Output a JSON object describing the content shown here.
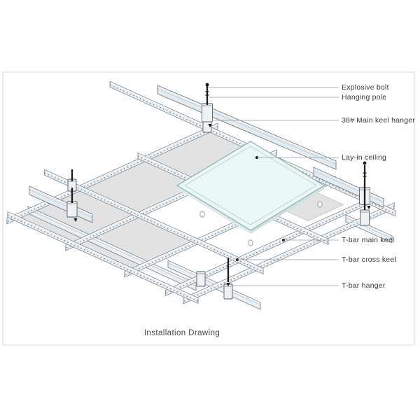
{
  "diagram": {
    "caption": "Installation Drawing",
    "labels": [
      {
        "id": "explosive-bolt",
        "text": "Explosive bolt"
      },
      {
        "id": "hanging-pole",
        "text": "Hanging pole"
      },
      {
        "id": "main-keel-hanger",
        "text": "38# Main keel hanger"
      },
      {
        "id": "lay-in-ceiling",
        "text": "Lay-in ceiling"
      },
      {
        "id": "t-bar-main-keel",
        "text": "T-bar main keel"
      },
      {
        "id": "t-bar-cross-keel",
        "text": "T-bar cross keel"
      },
      {
        "id": "t-bar-hanger",
        "text": "T-bar hanger"
      }
    ],
    "colors": {
      "panel_gray": "#e2e2e3",
      "panel_gray_edge": "#b3b3b5",
      "lay_in_panel": "#e9f7f6",
      "lay_in_edge": "#8fb0ae",
      "lay_in_inner": "#b5cdcb",
      "lay_in_shadow_right": "#cfe0df",
      "lay_in_shadow_left": "#dcebea",
      "metal_fill": "#eaeff3",
      "outline": "#7e8892",
      "pole_black": "#1b1b1b",
      "leader_line": "#9b9b9b",
      "frame_border": "#dadada",
      "label_text": "#3b3b3b"
    }
  }
}
